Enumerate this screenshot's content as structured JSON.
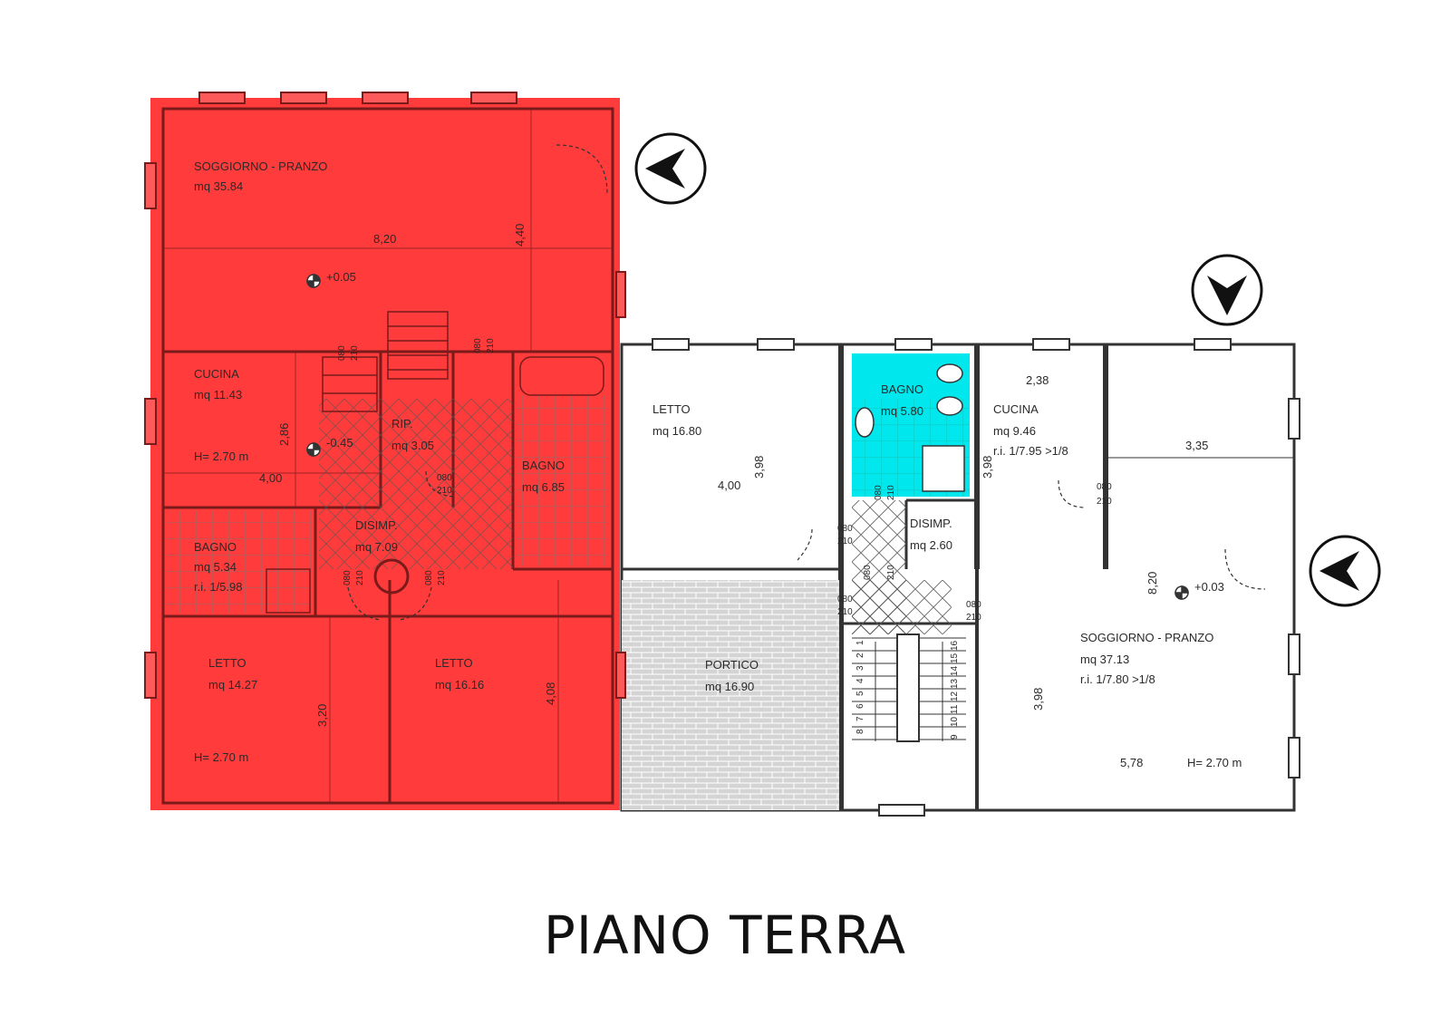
{
  "title": "PIANO TERRA",
  "colors": {
    "highlight_red": "#ff3b3b",
    "highlight_cyan": "#00e8ee",
    "portico_gray": "#d4d4d4",
    "wall": "#333333"
  },
  "north_arrows": [
    "north-arrow-icon",
    "north-arrow-icon",
    "north-arrow-icon"
  ],
  "unit_a": {
    "soggiorno": {
      "name": "SOGGIORNO - PRANZO",
      "area": "mq 35.84",
      "dim_w": "8,20",
      "dim_h": "4,40",
      "level": "+0.05"
    },
    "cucina": {
      "name": "CUCINA",
      "area": "mq 11.43",
      "dim_h": "2,86",
      "dim_w": "4,00",
      "height": "H= 2.70 m",
      "level": "-0.45"
    },
    "rip": {
      "name": "RIP.",
      "area": "mq 3.05"
    },
    "bagno1": {
      "name": "BAGNO",
      "area": "mq 6.85"
    },
    "bagno2": {
      "name": "BAGNO",
      "area": "mq 5.34",
      "ri": "r.i. 1/5.98"
    },
    "disimp": {
      "name": "DISIMP.",
      "area": "mq 7.09"
    },
    "letto1": {
      "name": "LETTO",
      "area": "mq 14.27",
      "dim_h": "3,20",
      "height": "H= 2.70 m"
    },
    "letto2": {
      "name": "LETTO",
      "area": "mq 16.16",
      "dim_h": "4,08"
    },
    "doors": [
      "080",
      "210"
    ]
  },
  "portico": {
    "name": "PORTICO",
    "area": "mq 16.90"
  },
  "unit_b": {
    "letto": {
      "name": "LETTO",
      "area": "mq 16.80",
      "dim_w": "4,00",
      "dim_h": "3,98"
    },
    "bagno": {
      "name": "BAGNO",
      "area": "mq 5.80"
    },
    "cucina": {
      "name": "CUCINA",
      "area": "mq 9.46",
      "ri": "r.i. 1/7.95 >1/8",
      "dim_w": "2,38",
      "dim_h": "3,98"
    },
    "disimp": {
      "name": "DISIMP.",
      "area": "mq 2.60"
    },
    "soggiorno": {
      "name": "SOGGIORNO - PRANZO",
      "area": "mq 37.13",
      "ri": "r.i. 1/7.80 >1/8",
      "dim_w1": "3,35",
      "dim_h": "8,20",
      "dim_w2": "5,78",
      "dim_h2": "3,98",
      "height": "H= 2.70 m",
      "level": "+0.03"
    },
    "stair_numbers": [
      "1",
      "2",
      "3",
      "4",
      "5",
      "6",
      "7",
      "8",
      "9",
      "10",
      "11",
      "12",
      "13",
      "14",
      "15",
      "16"
    ],
    "doors": [
      "080",
      "210"
    ]
  }
}
